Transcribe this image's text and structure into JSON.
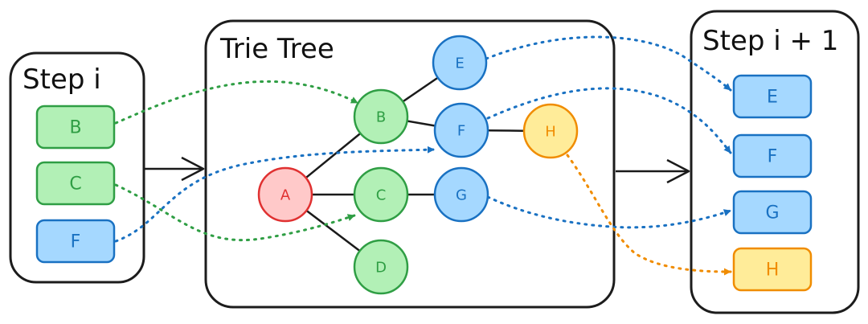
{
  "colors": {
    "green": {
      "fill": "#b2f0b6",
      "stroke": "#2f9e44",
      "text": "#2f9e44"
    },
    "blue": {
      "fill": "#a5d8ff",
      "stroke": "#1971c2",
      "text": "#1971c2"
    },
    "red": {
      "fill": "#ffc9c9",
      "stroke": "#e03131",
      "text": "#e03131"
    },
    "yellow": {
      "fill": "#ffec99",
      "stroke": "#f08c00",
      "text": "#f08c00"
    }
  },
  "panels": {
    "step_i": {
      "title": "Step i",
      "items": [
        {
          "label": "B",
          "color": "green"
        },
        {
          "label": "C",
          "color": "green"
        },
        {
          "label": "F",
          "color": "blue"
        }
      ]
    },
    "trie": {
      "title": "Trie Tree"
    },
    "step_i_1": {
      "title": "Step i + 1",
      "items": [
        {
          "label": "E",
          "color": "blue"
        },
        {
          "label": "F",
          "color": "blue"
        },
        {
          "label": "G",
          "color": "blue"
        },
        {
          "label": "H",
          "color": "yellow"
        }
      ]
    }
  },
  "trie_nodes": [
    {
      "id": "A",
      "label": "A",
      "color": "red"
    },
    {
      "id": "B",
      "label": "B",
      "color": "green"
    },
    {
      "id": "C",
      "label": "C",
      "color": "green"
    },
    {
      "id": "D",
      "label": "D",
      "color": "green"
    },
    {
      "id": "E",
      "label": "E",
      "color": "blue"
    },
    {
      "id": "F",
      "label": "F",
      "color": "blue"
    },
    {
      "id": "G",
      "label": "G",
      "color": "blue"
    },
    {
      "id": "H",
      "label": "H",
      "color": "yellow"
    }
  ],
  "trie_edges": [
    [
      "A",
      "B"
    ],
    [
      "A",
      "C"
    ],
    [
      "A",
      "D"
    ],
    [
      "B",
      "E"
    ],
    [
      "B",
      "F"
    ],
    [
      "F",
      "H"
    ],
    [
      "C",
      "G"
    ]
  ],
  "mappings": [
    {
      "from": "step_i.B",
      "to": "trie.B",
      "color": "green"
    },
    {
      "from": "step_i.C",
      "to": "trie.C",
      "color": "green"
    },
    {
      "from": "step_i.F",
      "to": "trie.F",
      "color": "blue"
    },
    {
      "from": "trie.E",
      "to": "step_i_1.E",
      "color": "blue"
    },
    {
      "from": "trie.F",
      "to": "step_i_1.F",
      "color": "blue"
    },
    {
      "from": "trie.G",
      "to": "step_i_1.G",
      "color": "blue"
    },
    {
      "from": "trie.H",
      "to": "step_i_1.H",
      "color": "yellow"
    }
  ]
}
